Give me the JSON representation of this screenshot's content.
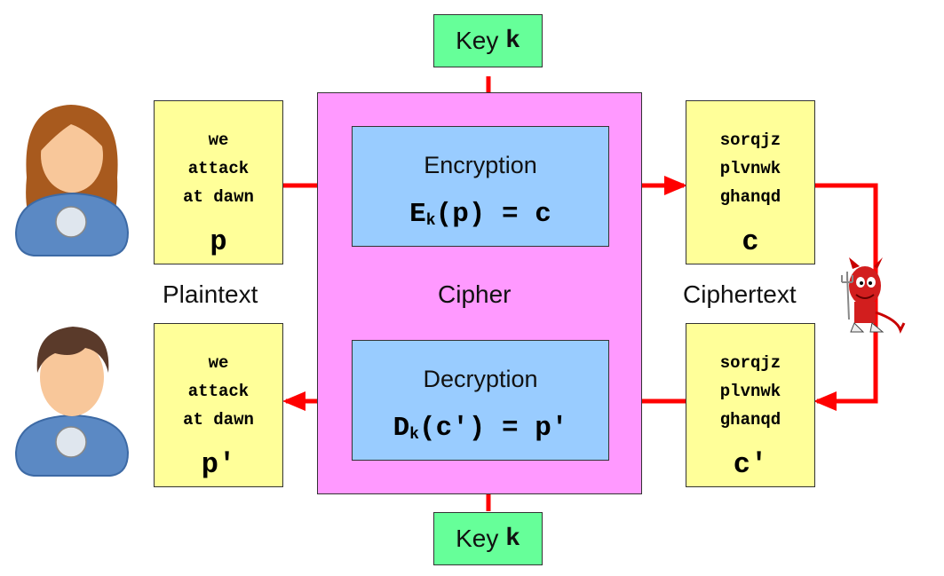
{
  "key_top": {
    "word": "Key",
    "var": "k"
  },
  "key_bottom": {
    "word": "Key",
    "var": "k"
  },
  "cipher_label": "Cipher",
  "encryption": {
    "title": "Encryption",
    "fn": "E",
    "sub": "k",
    "expr": "(p) = c"
  },
  "decryption": {
    "title": "Decryption",
    "fn": "D",
    "sub": "k",
    "expr": "(c′) = p′"
  },
  "plaintext_in": {
    "lines": [
      "we",
      "attack",
      "at dawn"
    ],
    "symbol": "p"
  },
  "plaintext_out": {
    "lines": [
      "we",
      "attack",
      "at dawn"
    ],
    "symbol": "p′"
  },
  "ciphertext_out": {
    "lines": [
      "sorqjz",
      "plvnwk",
      "ghanqd"
    ],
    "symbol": "c"
  },
  "ciphertext_in": {
    "lines": [
      "sorqjz",
      "plvnwk",
      "ghanqd"
    ],
    "symbol": "c′"
  },
  "labels": {
    "plaintext": "Plaintext",
    "ciphertext": "Ciphertext"
  },
  "colors": {
    "arrow": "#ff0000",
    "key": "#66ff99",
    "cipher": "#ff99ff",
    "op": "#99ccff",
    "note": "#ffff99"
  }
}
